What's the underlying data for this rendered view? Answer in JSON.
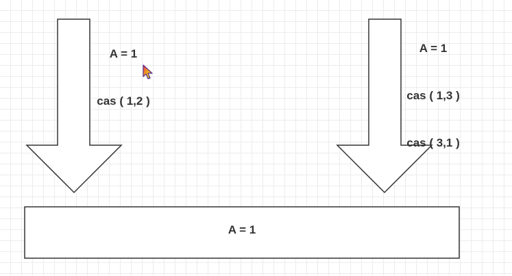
{
  "left_arrow": {
    "lines": [
      "A = 1",
      "cas ( 1,2 )"
    ]
  },
  "right_arrow": {
    "lines": [
      "A = 1",
      "cas ( 1,3 )",
      "cas ( 3,1 )"
    ]
  },
  "target_box": {
    "label": "A = 1"
  },
  "colors": {
    "stroke": "#333333",
    "fill": "#ffffff",
    "grid": "#ececec",
    "text": "#333333"
  },
  "icons": {
    "cursor": "mouse-pointer-icon"
  }
}
